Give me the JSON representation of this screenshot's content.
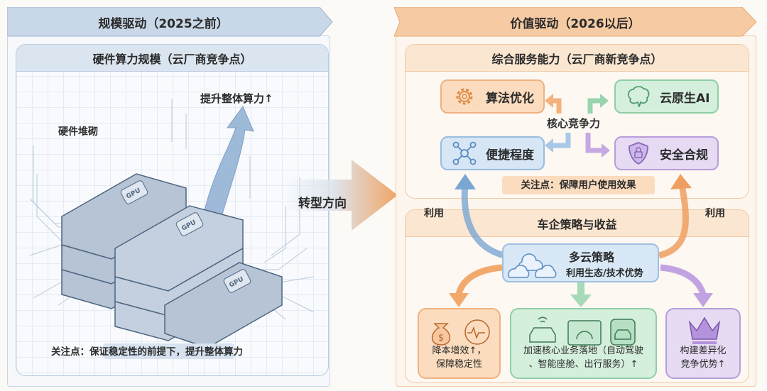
{
  "left": {
    "banner": "规模驱动（2025之前）",
    "panel_title": "硬件算力规模（云厂商竞争点）",
    "boost_label": "提升整体算力↑",
    "stack_label": "硬件堆砌",
    "chip_label": "GPU",
    "note": "关注点：保证稳定性的前提下，提升整体算力"
  },
  "transition": {
    "label": "转型方向"
  },
  "right": {
    "banner": "价值驱动（2026以后）",
    "top_panel": {
      "title": "综合服务能力（云厂商新竞争点）",
      "center": "核心竞争力",
      "items": [
        {
          "label": "算法优化",
          "icon": "gear-icon",
          "color": "#f4a261"
        },
        {
          "label": "云原生AI",
          "icon": "brain-icon",
          "color": "#7cc79a"
        },
        {
          "label": "便捷程度",
          "icon": "network-icon",
          "color": "#7aa9d6"
        },
        {
          "label": "安全合规",
          "icon": "shield-lock-icon",
          "color": "#a98bd0"
        }
      ],
      "note": "关注点：保障用户使用效果"
    },
    "use_left": "利用",
    "use_right": "利用",
    "bottom_panel": {
      "title": "车企策略与收益",
      "strategy_title": "多云策略",
      "strategy_sub": "利用生态/技术优势",
      "outcomes": [
        {
          "line1": "降本增效↑，",
          "line2": "保障稳定性",
          "icon": "money-bag-icon"
        },
        {
          "line1": "加速核心业务落地（自动驾驶",
          "line2": "、智能座舱、出行服务）↑",
          "icon": "car-icon"
        },
        {
          "line1": "构建差异化",
          "line2": "竞争优势↑",
          "icon": "crown-icon"
        }
      ]
    }
  }
}
